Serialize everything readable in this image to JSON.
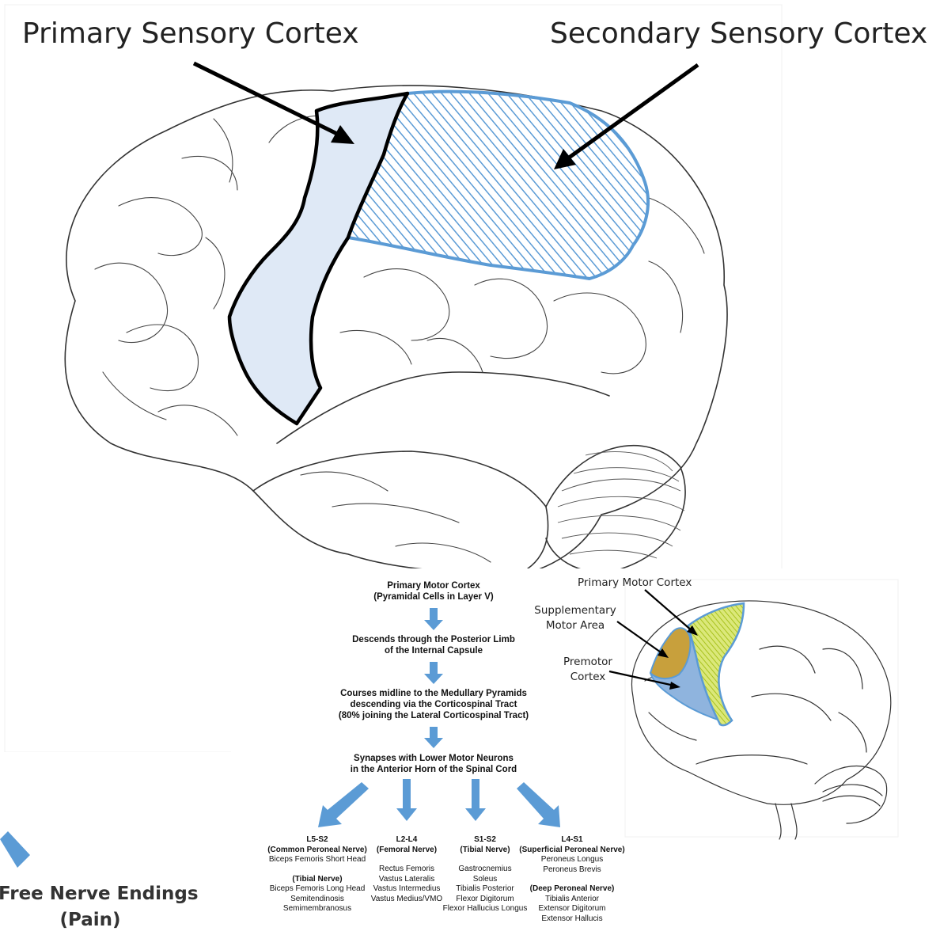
{
  "top_figure": {
    "label_primary": "Primary Sensory Cortex",
    "label_secondary": "Secondary Sensory Cortex",
    "colors": {
      "primary_fill": "#dfe9f6",
      "primary_outline": "#000000",
      "secondary_hatch": "#5b9bd5"
    }
  },
  "flowchart": {
    "step1": [
      "Primary Motor Cortex",
      "(Pyramidal Cells in Layer V)"
    ],
    "step2": [
      "Descends through the Posterior Limb",
      "of the Internal Capsule"
    ],
    "step3": [
      "Courses midline to the Medullary Pyramids",
      "descending via the Corticospinal Tract",
      "(80% joining the Lateral Corticospinal Tract)"
    ],
    "step4": [
      "Synapses with Lower Motor Neurons",
      "in the Anterior Horn of the Spinal Cord"
    ],
    "arrow_color": "#5b9bd5",
    "columns": [
      {
        "head": "L5-S2",
        "nerve": "(Common Peroneal Nerve)",
        "muscles": [
          "Biceps Femoris Short Head"
        ],
        "nerve2": "(Tibial Nerve)",
        "muscles2": [
          "Biceps Femoris Long Head",
          "Semitendinosis",
          "Semimembranosus"
        ]
      },
      {
        "head": "L2-L4",
        "nerve": "(Femoral Nerve)",
        "muscles": [
          "Rectus Femoris",
          "Vastus Lateralis",
          "Vastus Intermedius",
          "Vastus Medius/VMO"
        ]
      },
      {
        "head": "S1-S2",
        "nerve": "(Tibial Nerve)",
        "muscles": [
          "Gastrocnemius",
          "Soleus",
          "Tibialis Posterior",
          "Flexor Digitorum",
          "Flexor Hallucius Longus"
        ]
      },
      {
        "head": "L4-S1",
        "nerve": "(Superficial Peroneal Nerve)",
        "muscles": [
          "Peroneus Longus",
          "Peroneus Brevis"
        ],
        "nerve2": "(Deep Peroneal Nerve)",
        "muscles2": [
          "Tibialis Anterior",
          "Extensor Digitorum",
          "Extensor Hallucis"
        ]
      }
    ]
  },
  "side_figure": {
    "label_primary_motor": "Primary Motor Cortex",
    "label_supplementary": [
      "Supplementary",
      "Motor Area"
    ],
    "label_premotor": [
      "Premotor",
      "Cortex"
    ],
    "colors": {
      "primary_motor": "#c8dc3c",
      "supplementary": "#c8a03c",
      "premotor": "#8fb4de"
    }
  },
  "fragment": {
    "pain_label": [
      "Free Nerve Endings",
      "(Pain)"
    ]
  }
}
